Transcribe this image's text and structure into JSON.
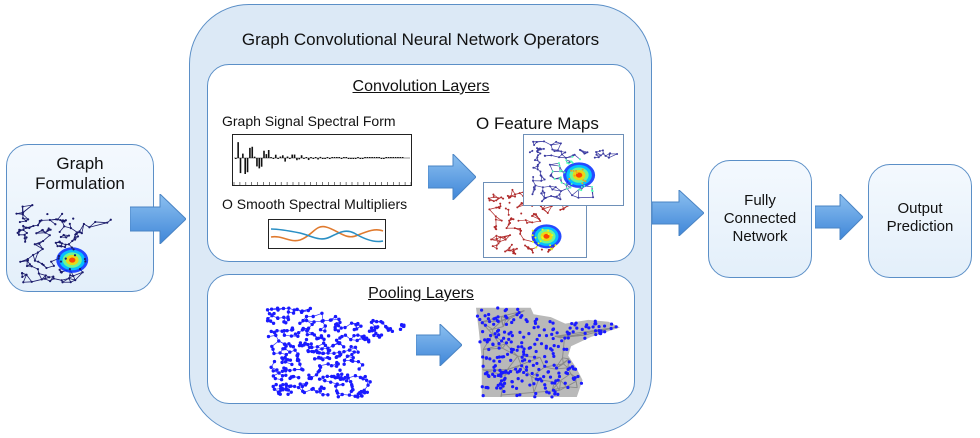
{
  "stages": {
    "graph_formulation": "Graph\nFormulation",
    "operators_title": "Graph Convolutional Neural Network Operators",
    "convolution_title": "Convolution Layers",
    "spectral_form": "Graph Signal Spectral Form",
    "smooth_multipliers": "O Smooth Spectral Multipliers",
    "feature_maps": "O Feature Maps",
    "pooling_title": "Pooling Layers",
    "fully_connected": "Fully\nConnected\nNetwork",
    "output_prediction": "Output\nPrediction"
  },
  "colors": {
    "box_border": "#5b8fc7",
    "outer_fill": "#dce9f6",
    "arrow_fill": "#5a9de6",
    "node_blue": "#1a1aff",
    "graph_edges": "#1a1a6a",
    "pool_gray": "#a0a0a0",
    "curve_orange": "#e07a2e",
    "curve_blue": "#2a8fc4"
  },
  "icons": [
    "right-arrow-icon",
    "graph-map-icon",
    "spectrum-plot-icon",
    "feature-map-icon"
  ]
}
